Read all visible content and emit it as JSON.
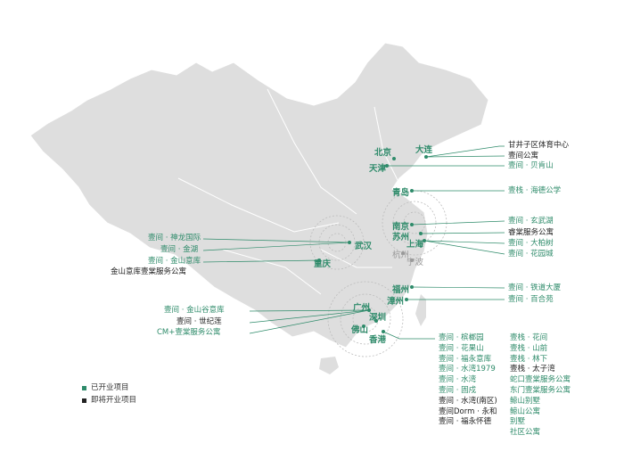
{
  "colors": {
    "open": "#2e8b6a",
    "soon": "#222222",
    "land": "#dedede",
    "line": "#2e8b6a"
  },
  "cities": {
    "beijing": "北京",
    "tianjin": "天津",
    "dalian": "大连",
    "qingdao": "青岛",
    "nanjing": "南京",
    "suzhou": "苏州",
    "shanghai": "上海",
    "hangzhou": "杭州",
    "ningbo": "宁波",
    "wuhan": "武汉",
    "chongqing": "重庆",
    "fuzhou": "福州",
    "zhangzhou": "漳州",
    "guangzhou": "广州",
    "shenzhen": "深圳",
    "foshan": "佛山",
    "hongkong": "香港"
  },
  "right_labels": {
    "dalian_1": "甘井子区体育中心",
    "dalian_2": "壹间公寓",
    "tianjin_1": "壹间 · 贝肯山",
    "qingdao_1": "壹栈 · 海德公学",
    "nanjing_1": "壹间 · 玄武湖",
    "suzhou_1": "睿棠服务公寓",
    "shanghai_1": "壹间 · 大柏树",
    "shanghai_2": "壹间 · 花园城",
    "fuzhou_1": "壹间 · 铁道大厦",
    "zhangzhou_1": "壹间 · 百合苑"
  },
  "left_labels": {
    "wuhan_1": "壹间 · 神龙国际",
    "wuhan_2": "壹间 · 金湖",
    "chongqing_1": "壹间 · 金山意库",
    "chongqing_2": "金山意库壹棠服务公寓",
    "guangzhou_1": "壹间 · 金山谷意库",
    "guangzhou_2": "壹间 · 世纪莲",
    "guangzhou_3": "CM+壹棠服务公寓"
  },
  "shenzhen_col1": [
    {
      "text": "壹间 · 槟榔园",
      "status": "open"
    },
    {
      "text": "壹间 · 花果山",
      "status": "open"
    },
    {
      "text": "壹间 · 福永意库",
      "status": "open"
    },
    {
      "text": "壹间 · 水湾1979",
      "status": "open"
    },
    {
      "text": "壹间 · 水湾",
      "status": "open"
    },
    {
      "text": "壹间 · 固戍",
      "status": "open"
    },
    {
      "text": "壹间 · 水湾(南区)",
      "status": "soon"
    },
    {
      "text": "壹间Dorm · 永和",
      "status": "soon"
    },
    {
      "text": "壹间 · 福永怀德",
      "status": "soon"
    }
  ],
  "shenzhen_col2": [
    {
      "text": "壹栈 · 花间",
      "status": "open"
    },
    {
      "text": "壹栈 · 山前",
      "status": "open"
    },
    {
      "text": "壹栈 · 林下",
      "status": "open"
    },
    {
      "text": "壹栈 · 太子湾",
      "status": "soon"
    },
    {
      "text": "蛇口壹棠服务公寓",
      "status": "open"
    },
    {
      "text": "东门壹棠服务公寓",
      "status": "open"
    },
    {
      "text": "鲸山别墅",
      "status": "open"
    },
    {
      "text": "鲸山公寓",
      "status": "open"
    },
    {
      "text": "别墅",
      "status": "open"
    },
    {
      "text": "社区公寓",
      "status": "open"
    }
  ],
  "legend": {
    "open": "已开业项目",
    "soon": "即将开业项目"
  }
}
